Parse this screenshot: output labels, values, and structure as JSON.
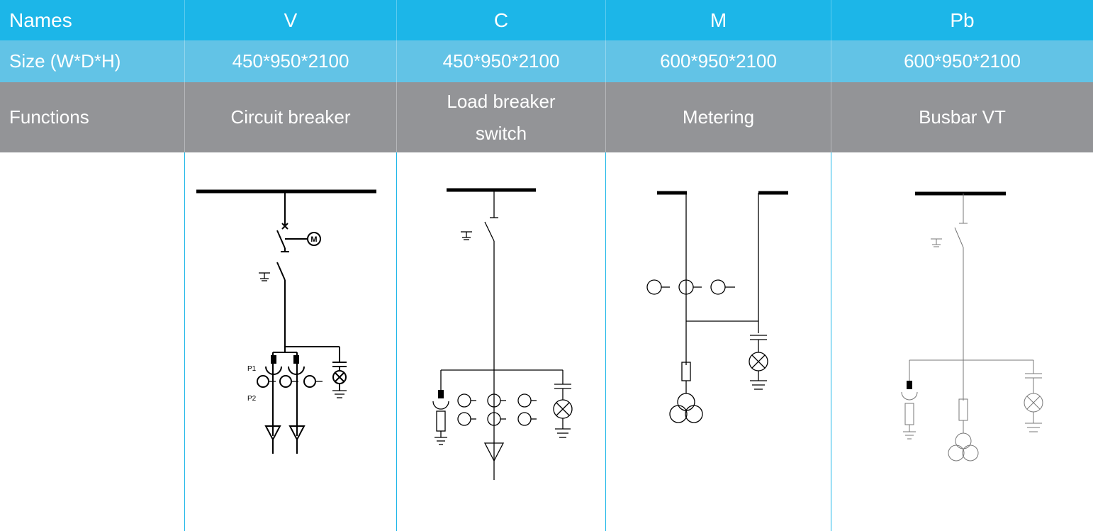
{
  "header": {
    "label": "Names",
    "columns": [
      "V",
      "C",
      "M",
      "Pb"
    ]
  },
  "size": {
    "label": "Size (W*D*H)",
    "values": [
      "450*950*2100",
      "450*950*2100",
      "600*950*2100",
      "600*950*2100"
    ]
  },
  "functions": {
    "label": "Functions",
    "values": [
      "Circuit breaker",
      "Load breaker\nswitch",
      "Metering",
      "Busbar VT"
    ]
  },
  "diagram_v": {
    "motor_label": "M",
    "p1_label": "P1",
    "p2_label": "P2"
  },
  "colors": {
    "header_bg": "#1cb6e8",
    "size_bg": "#62c3e6",
    "functions_bg": "#939497"
  }
}
